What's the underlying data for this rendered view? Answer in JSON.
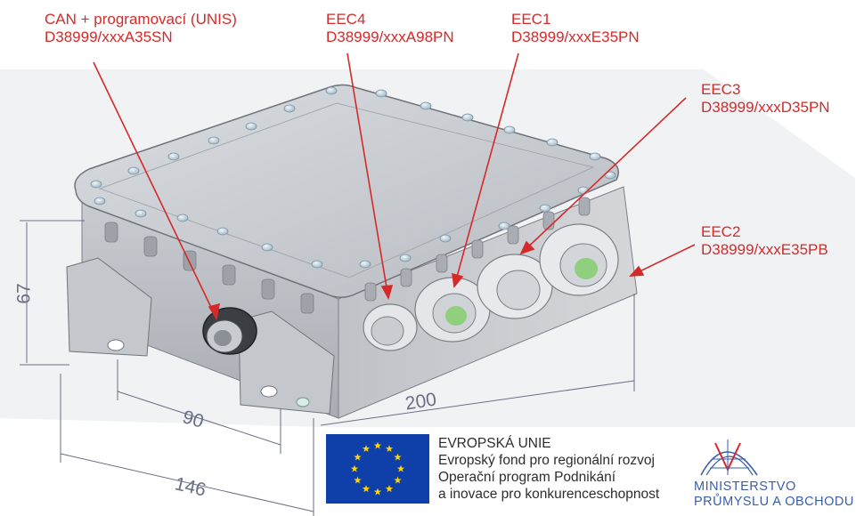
{
  "callouts": [
    {
      "id": "can",
      "title": "CAN + programovací (UNIS)",
      "part": "D38999/xxxA35SN"
    },
    {
      "id": "eec4",
      "title": "EEC4",
      "part": "D38999/xxxA98PN"
    },
    {
      "id": "eec1",
      "title": "EEC1",
      "part": "D38999/xxxE35PN"
    },
    {
      "id": "eec3",
      "title": "EEC3",
      "part": "D38999/xxxD35PN"
    },
    {
      "id": "eec2",
      "title": "EEC2",
      "part": "D38999/xxxE35PB"
    }
  ],
  "dimensions": {
    "height": "67",
    "bracket_spacing": "90",
    "length": "200",
    "width": "146"
  },
  "eu": {
    "line1": "EVROPSKÁ UNIE",
    "line2": "Evropský fond pro regionální rozvoj",
    "line3": "Operační program Podnikání",
    "line4": "a inovace pro konkurenceschopnost"
  },
  "ministry": {
    "line1": "MINISTERSTVO",
    "line2": "PRŮMYSLU A OBCHODU"
  },
  "colors": {
    "callout": "#d42a2a",
    "dimension": "#6a6f85",
    "eu_blue": "#0f3fa8",
    "eu_star": "#ffd400",
    "ministry_blue": "#3a5ea8",
    "ministry_red": "#d8262e"
  }
}
